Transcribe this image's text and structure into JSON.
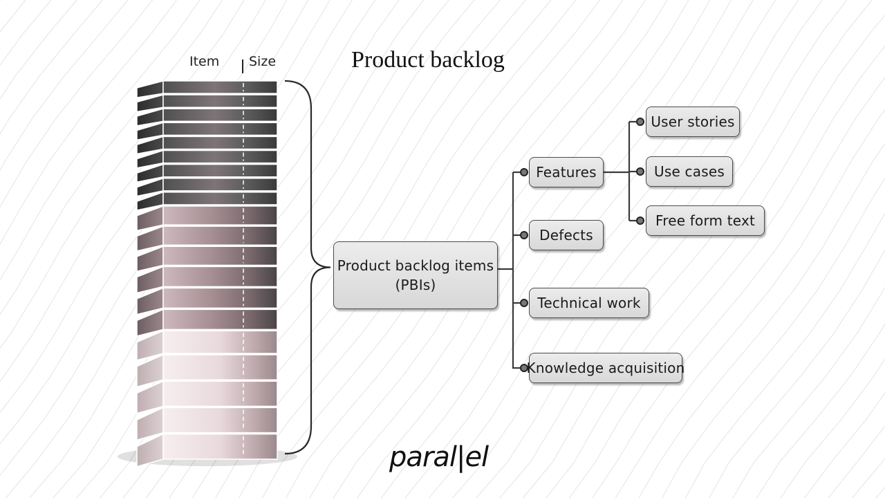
{
  "title": "Product backlog",
  "stack": {
    "item_header": "Item",
    "size_header": "Size",
    "item_count": 20
  },
  "diagram": {
    "root": "Product backlog items",
    "root_sub": "(PBIs)",
    "categories": [
      {
        "label": "Features",
        "children": [
          "User stories",
          "Use cases",
          "Free form text"
        ]
      },
      {
        "label": "Defects",
        "children": []
      },
      {
        "label": "Technical work",
        "children": []
      },
      {
        "label": "Knowledge acquisition",
        "children": []
      }
    ]
  },
  "brand": "paral|el",
  "colors": {
    "connector": "#3a3a3a",
    "node_border": "#4a4a4a",
    "stack_dark": "#3d3d3d",
    "stack_mid": "#8a7378",
    "stack_light": "#f3e8ea"
  }
}
